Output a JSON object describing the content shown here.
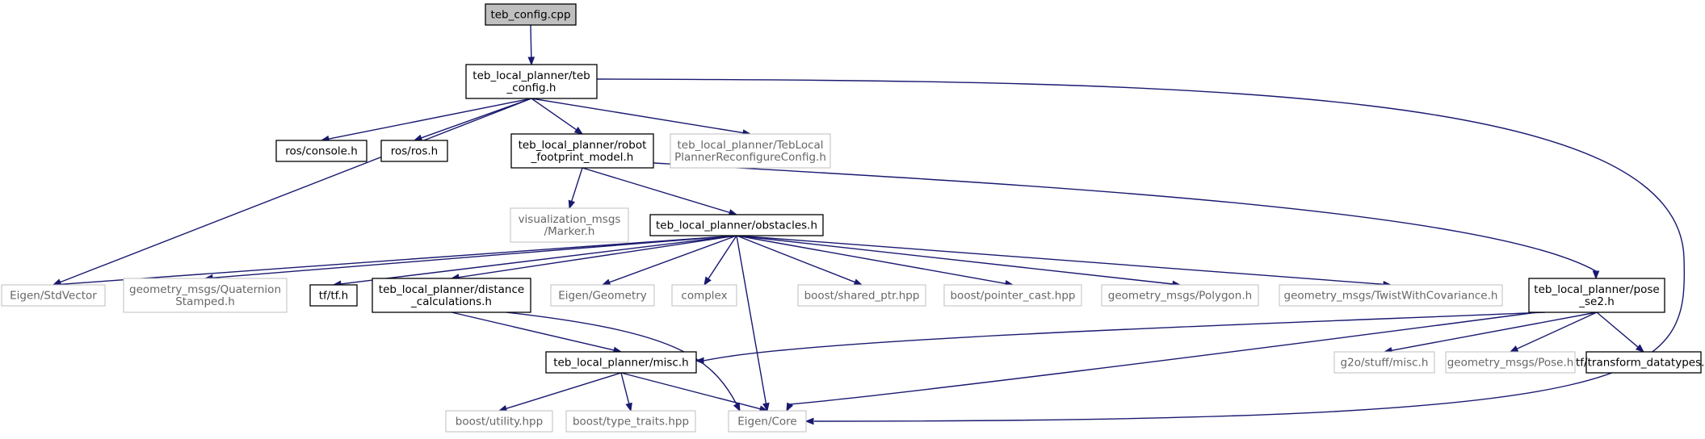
{
  "diagram": {
    "colors": {
      "edge": "#191970",
      "root_fill": "#bfbfbf",
      "internal_stroke": "#000000",
      "external_stroke": "#bfbfbf",
      "internal_text": "#000000",
      "external_text": "#666666"
    },
    "nodes": {
      "teb_config_cpp": {
        "lines": [
          "teb_config.cpp"
        ],
        "kind": "root"
      },
      "teb_config_h": {
        "lines": [
          "teb_local_planner/teb",
          "_config.h"
        ],
        "kind": "internal"
      },
      "ros_console": {
        "lines": [
          "ros/console.h"
        ],
        "kind": "internal"
      },
      "ros_ros": {
        "lines": [
          "ros/ros.h"
        ],
        "kind": "internal"
      },
      "robot_footprint": {
        "lines": [
          "teb_local_planner/robot",
          "_footprint_model.h"
        ],
        "kind": "internal"
      },
      "teb_reconfig": {
        "lines": [
          "teb_local_planner/TebLocal",
          "PlannerReconfigureConfig.h"
        ],
        "kind": "external"
      },
      "vis_marker": {
        "lines": [
          "visualization_msgs",
          "/Marker.h"
        ],
        "kind": "external"
      },
      "obstacles": {
        "lines": [
          "teb_local_planner/obstacles.h"
        ],
        "kind": "internal"
      },
      "eigen_stdvector": {
        "lines": [
          "Eigen/StdVector"
        ],
        "kind": "external"
      },
      "geom_quat": {
        "lines": [
          "geometry_msgs/Quaternion",
          "Stamped.h"
        ],
        "kind": "external"
      },
      "tf_tf": {
        "lines": [
          "tf/tf.h"
        ],
        "kind": "internal"
      },
      "distance_calc": {
        "lines": [
          "teb_local_planner/distance",
          "_calculations.h"
        ],
        "kind": "internal"
      },
      "eigen_geometry": {
        "lines": [
          "Eigen/Geometry"
        ],
        "kind": "external"
      },
      "complex": {
        "lines": [
          "complex"
        ],
        "kind": "external"
      },
      "boost_shared": {
        "lines": [
          "boost/shared_ptr.hpp"
        ],
        "kind": "external"
      },
      "boost_pointer": {
        "lines": [
          "boost/pointer_cast.hpp"
        ],
        "kind": "external"
      },
      "geom_polygon": {
        "lines": [
          "geometry_msgs/Polygon.h"
        ],
        "kind": "external"
      },
      "geom_twist": {
        "lines": [
          "geometry_msgs/TwistWithCovariance.h"
        ],
        "kind": "external"
      },
      "pose_se2": {
        "lines": [
          "teb_local_planner/pose",
          "_se2.h"
        ],
        "kind": "internal"
      },
      "misc_h": {
        "lines": [
          "teb_local_planner/misc.h"
        ],
        "kind": "internal"
      },
      "g2o_misc": {
        "lines": [
          "g2o/stuff/misc.h"
        ],
        "kind": "external"
      },
      "geom_pose": {
        "lines": [
          "geometry_msgs/Pose.h"
        ],
        "kind": "external"
      },
      "tf_transform": {
        "lines": [
          "tf/transform_datatypes.h"
        ],
        "kind": "internal"
      },
      "boost_utility": {
        "lines": [
          "boost/utility.hpp"
        ],
        "kind": "external"
      },
      "boost_type_traits": {
        "lines": [
          "boost/type_traits.hpp"
        ],
        "kind": "external"
      },
      "eigen_core": {
        "lines": [
          "Eigen/Core"
        ],
        "kind": "external"
      }
    },
    "edges": [
      [
        "teb_config_cpp",
        "teb_config_h"
      ],
      [
        "teb_config_h",
        "ros_console"
      ],
      [
        "teb_config_h",
        "ros_ros"
      ],
      [
        "teb_config_h",
        "robot_footprint"
      ],
      [
        "teb_config_h",
        "teb_reconfig"
      ],
      [
        "teb_config_h",
        "eigen_stdvector"
      ],
      [
        "teb_config_h",
        "eigen_core"
      ],
      [
        "robot_footprint",
        "vis_marker"
      ],
      [
        "robot_footprint",
        "obstacles"
      ],
      [
        "robot_footprint",
        "pose_se2"
      ],
      [
        "obstacles",
        "eigen_stdvector"
      ],
      [
        "obstacles",
        "geom_quat"
      ],
      [
        "obstacles",
        "tf_tf"
      ],
      [
        "obstacles",
        "distance_calc"
      ],
      [
        "obstacles",
        "eigen_geometry"
      ],
      [
        "obstacles",
        "complex"
      ],
      [
        "obstacles",
        "boost_shared"
      ],
      [
        "obstacles",
        "boost_pointer"
      ],
      [
        "obstacles",
        "geom_polygon"
      ],
      [
        "obstacles",
        "geom_twist"
      ],
      [
        "obstacles",
        "eigen_core"
      ],
      [
        "distance_calc",
        "misc_h"
      ],
      [
        "distance_calc",
        "eigen_core"
      ],
      [
        "pose_se2",
        "misc_h"
      ],
      [
        "pose_se2",
        "eigen_core"
      ],
      [
        "pose_se2",
        "g2o_misc"
      ],
      [
        "pose_se2",
        "geom_pose"
      ],
      [
        "pose_se2",
        "tf_transform"
      ],
      [
        "misc_h",
        "boost_utility"
      ],
      [
        "misc_h",
        "boost_type_traits"
      ],
      [
        "misc_h",
        "eigen_core"
      ]
    ]
  }
}
